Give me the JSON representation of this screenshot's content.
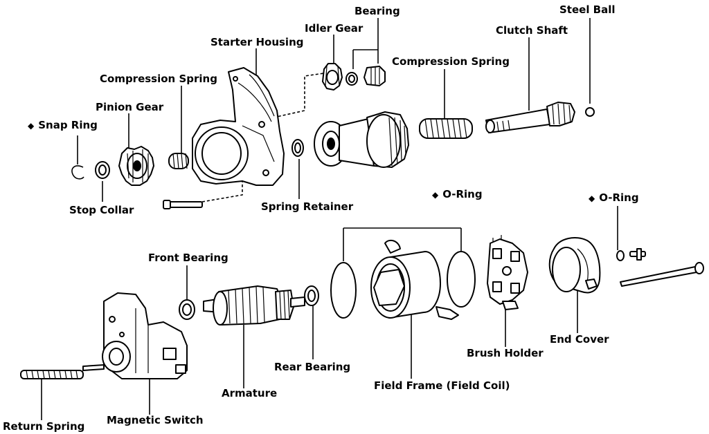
{
  "marker_symbol": "◆",
  "labels": {
    "snap_ring": "Snap Ring",
    "pinion_gear": "Pinion Gear",
    "compression_spring_1": "Compression Spring",
    "starter_housing": "Starter Housing",
    "idler_gear": "Idler Gear",
    "bearing": "Bearing",
    "compression_spring_2": "Compression Spring",
    "clutch_shaft": "Clutch Shaft",
    "steel_ball": "Steel Ball",
    "stop_collar": "Stop Collar",
    "spring_retainer": "Spring Retainer",
    "o_ring_1": "O-Ring",
    "o_ring_2": "O-Ring",
    "front_bearing": "Front Bearing",
    "rear_bearing": "Rear Bearing",
    "field_frame": "Field Frame (Field Coil)",
    "brush_holder": "Brush Holder",
    "end_cover": "End Cover",
    "armature": "Armature",
    "return_spring": "Return Spring",
    "magnetic_switch": "Magnetic Switch"
  }
}
